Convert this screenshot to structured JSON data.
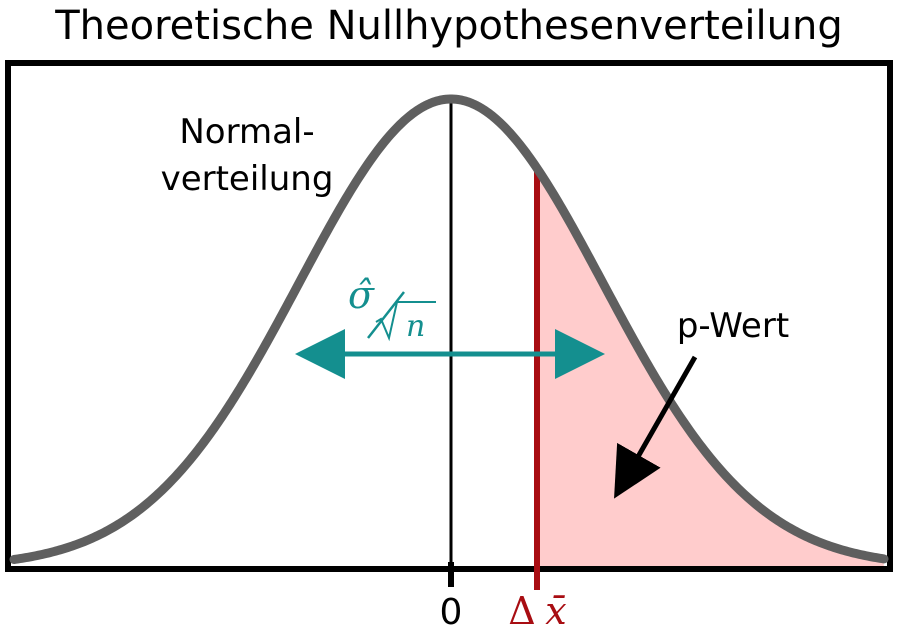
{
  "title": "Theoretische Nullhypothesenverteilung",
  "curve_label": {
    "line1": "Normal-",
    "line2": "verteilung"
  },
  "p_value_label": "p-Wert",
  "sigma_label": {
    "numerator": "σ̂",
    "denominator": "n"
  },
  "axis": {
    "zero_label": "0",
    "delta_label_symbol": "Δ",
    "delta_label_var": "x̄"
  },
  "colors": {
    "curve": "#5f5f5f",
    "frame": "#000000",
    "delta_line": "#a80d12",
    "p_area": "#ffcccc",
    "sigma_arrow": "#148f8f",
    "text": "#000000"
  }
}
